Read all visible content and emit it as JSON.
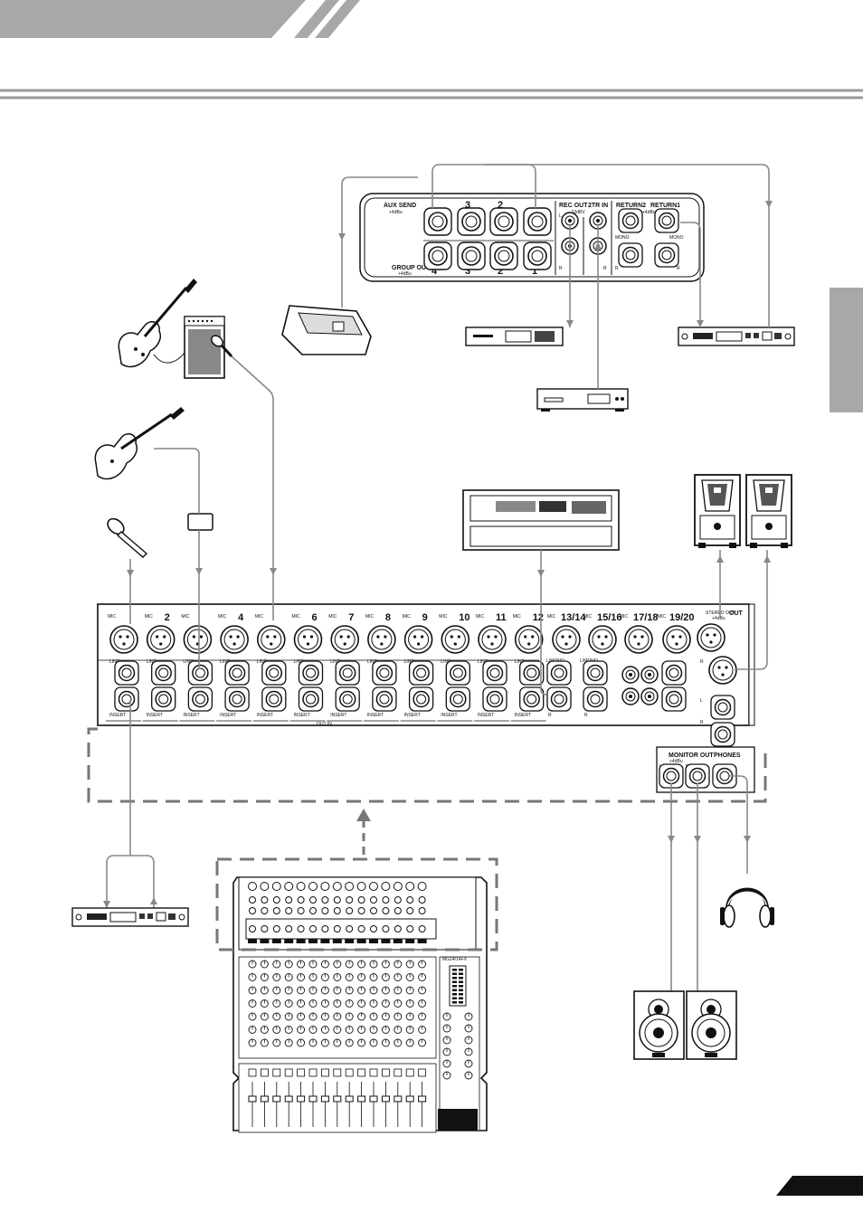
{
  "rear_panel_top": {
    "aux_send": "AUX SEND",
    "aux_send_level": "+4dBu",
    "group_out": "GROUP OUT",
    "group_out_level": "+4dBu",
    "aux_numbers": [
      "3",
      "2"
    ],
    "group_numbers": [
      "4",
      "3",
      "2",
      "1"
    ],
    "rec_out": "REC OUT",
    "rec_out_level": "-10dBV",
    "two_tr_in": "2TR IN",
    "return2": "RETURN2",
    "return1": "RETURN1",
    "return_level": "+4dBu",
    "mono": "MONO",
    "l": "L",
    "r": "R"
  },
  "rear_panel_main": {
    "mic_label": "MIC",
    "line_label": "LINE",
    "insert_label": "INSERT",
    "channel_numbers": [
      "2",
      "4",
      "6",
      "7",
      "8",
      "9",
      "10",
      "11",
      "12"
    ],
    "stereo_channels": [
      "13/14",
      "15/16",
      "17/18",
      "19/20"
    ],
    "l_mono": "L/MONO",
    "stereo_out": "STEREO OUT",
    "stereo_out_level": "+4dBu",
    "out": "OUT",
    "monitor_out": "MONITOR OUT",
    "monitor_out_level": "+4dBu",
    "phones": "PHONES",
    "insert_note": "OUT IN",
    "l": "L",
    "r": "R"
  },
  "mixer_front": {
    "model": "MG24/14FX"
  }
}
